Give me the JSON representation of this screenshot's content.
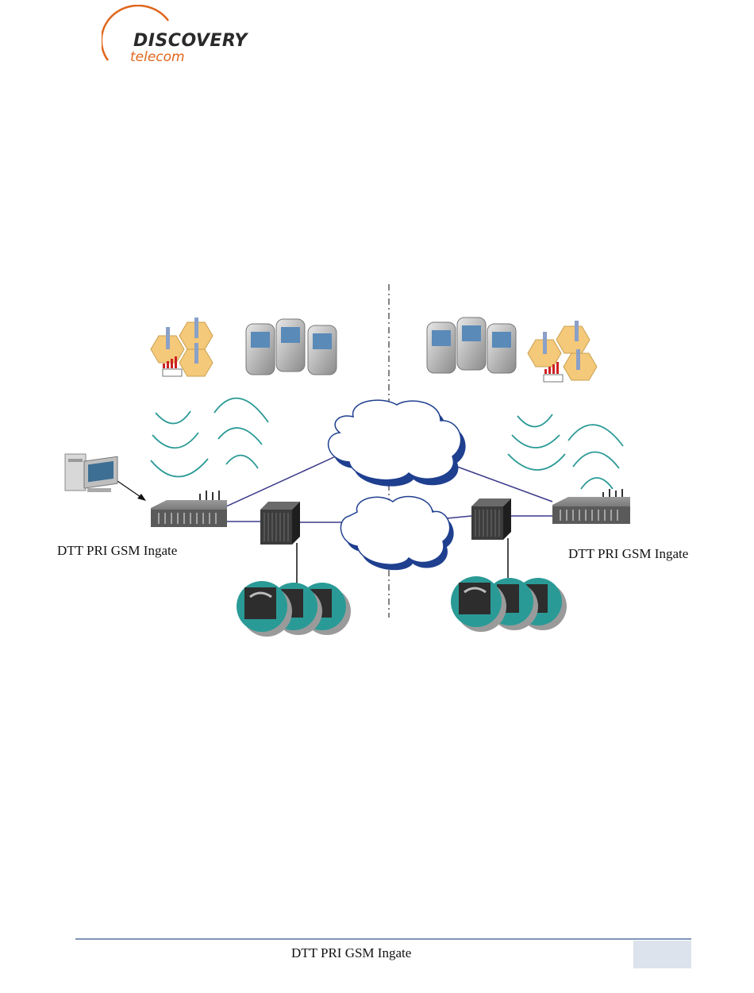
{
  "logo": {
    "brand": "DISCOVERY",
    "sub": "telecom",
    "colors": {
      "arc": "#e0661c",
      "brand": "#2a2a2a",
      "sub": "#e0661c"
    }
  },
  "diagram": {
    "left_gateway_label": "DTT PRI GSM Ingate",
    "right_gateway_label": "DTT PRI GSM Ingate",
    "colors": {
      "wave": "#2a9a96",
      "link": "#3a3a8a",
      "cloud_shadow": "#1f3f8f",
      "cloud_fill": "#ffffff",
      "hexagon": "#f5c97a",
      "phone_teal": "#2a9a96",
      "phone_grey": "#9a9a9a"
    }
  },
  "footer": {
    "title": "DTT PRI GSM Ingate"
  }
}
